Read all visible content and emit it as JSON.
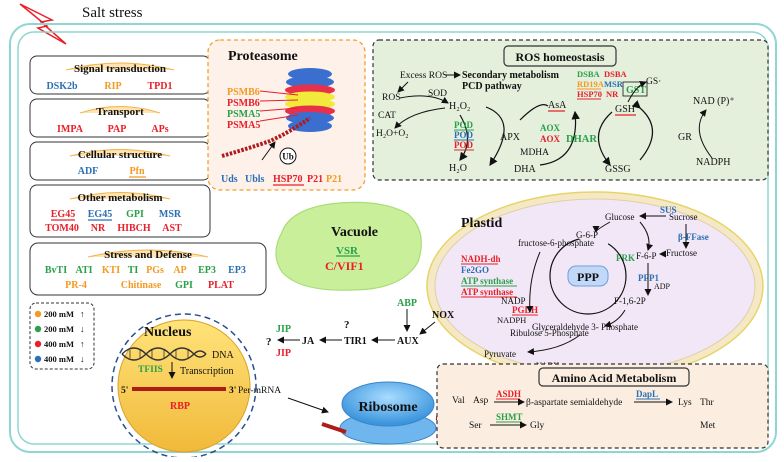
{
  "title": "Salt stress",
  "colors": {
    "red": "#e8202a",
    "green": "#2aa04a",
    "orange": "#f39a22",
    "blue": "#2b6fb5",
    "black": "#111111",
    "cell_border": "#8fd6d2",
    "plastid_fill": "#f1e7f6",
    "ros_fill": "#e4efdc",
    "vacuole_fill": "#c9ef9b"
  },
  "left_panel": {
    "signal": {
      "title": "Signal transduction",
      "items": [
        "DSK2b",
        "RIP",
        "TPD1"
      ]
    },
    "transport": {
      "title": "Transport",
      "items": [
        "IMPA",
        "PAP",
        "APs"
      ]
    },
    "structure": {
      "title": "Cellular structure",
      "items": [
        "ADF",
        "Pfn"
      ]
    },
    "other": {
      "title": "Other metabolism",
      "items": [
        "EG45",
        "EG45",
        "GPI",
        "MSR",
        "TOM40",
        "NR",
        "HIBCH",
        "AST"
      ]
    },
    "stress": {
      "title": "Stress and Defense",
      "items": [
        "BvTI",
        "ATI",
        "KTI",
        "TI",
        "PGs",
        "AP",
        "EP3",
        "EP3",
        "PR-4",
        "Chitinase",
        "GPI",
        "PLAT"
      ]
    }
  },
  "legend": {
    "items": [
      {
        "label": "200 mM",
        "color": "#f39a22",
        "arrow": "↑"
      },
      {
        "label": "200 mM",
        "color": "#2aa04a",
        "arrow": "↓"
      },
      {
        "label": "400 mM",
        "color": "#e8202a",
        "arrow": "↑"
      },
      {
        "label": "400 mM",
        "color": "#2b6fb5",
        "arrow": "↓"
      }
    ]
  },
  "proteasome": {
    "title": "Proteasome",
    "subunits": [
      "PSMB6",
      "PSMB6",
      "PSMA5",
      "PSMA5"
    ],
    "ub": "Ub",
    "bottom": [
      "Uds",
      "Ubls",
      "HSP70",
      "P21",
      "P21"
    ]
  },
  "ros": {
    "title": "ROS homeostasis",
    "labels": {
      "excess_ros": "Excess ROS",
      "secondary": "Secondary metabolism",
      "pcd": "PCD pathway",
      "ros": "ROS",
      "sod": "SOD",
      "cat": "CAT",
      "h2o2_water": "H₂O+O₂",
      "h2o2": "H₂O₂",
      "h2o": "H₂O",
      "apx": "APX",
      "mdha": "MDHA",
      "dha": "DHA",
      "asa": "AsA",
      "gsh": "GSH",
      "gs": "GS·",
      "gssg": "GSSG",
      "gr": "GR",
      "nadp": "NAD (P)⁺",
      "nadph": "NADPH"
    },
    "pod": [
      "POD",
      "POD",
      "POD"
    ],
    "aox": [
      "AOX",
      "AOX"
    ],
    "dhar": "DHAR",
    "dsba": [
      "DSBA",
      "DSBA"
    ],
    "rd19a": "RD19A",
    "msr": "MSR",
    "hsp70": "HSP70",
    "nr": "NR",
    "gst": "GST"
  },
  "vacuole": {
    "title": "Vacuole",
    "items": [
      "VSR",
      "C/VIF1"
    ]
  },
  "plastid": {
    "title": "Plastid",
    "ppp": "PPP",
    "proteins": [
      "NADH-dh",
      "Fe2GO",
      "ATP synthase",
      "ATP synthase",
      "PGDH",
      "SUS",
      "FRK",
      "β-FFase",
      "PFP1"
    ],
    "metabolites": {
      "glucose": "Glucose",
      "sucrose": "Sucrose",
      "fructose": "Fructose",
      "g6p": "G-6-P",
      "f6p": "F-6-P",
      "f16p": "F-1,6-2P",
      "fructose6p": "fructose-6-phosphate",
      "ribulose": "Ribulose 5-Phosphate",
      "glyceraldehyde": "Glyceraldehyde 3- Phosphate",
      "pyruvate": "Pyruvate",
      "nadp": "NADP",
      "nadph": "NADPH",
      "nadh": "NADH",
      "adp": "ADP"
    }
  },
  "signaling": {
    "abp": "ABP",
    "nox": "NOX",
    "aux": "AUX",
    "tir1": "TIR1",
    "ja": "JA",
    "jip": [
      "JIP",
      "JIP"
    ],
    "q": [
      "?",
      "?"
    ]
  },
  "nucleus": {
    "title": "Nucleus",
    "dna": "DNA",
    "tfiis": "TFIIS",
    "transcription": "Transcription",
    "five": "5'",
    "three": "3'",
    "mrna": "Per-mRNA",
    "rbp": "RBP"
  },
  "ribosome": {
    "title": "Ribosome"
  },
  "amino": {
    "title": "Amino Acid Metabolism",
    "labels": [
      "Val",
      "Asp",
      "ASDH",
      "β-aspartate semialdehyde",
      "DapL",
      "Lys",
      "Thr",
      "Ser",
      "SHMT",
      "Gly",
      "Met"
    ]
  }
}
